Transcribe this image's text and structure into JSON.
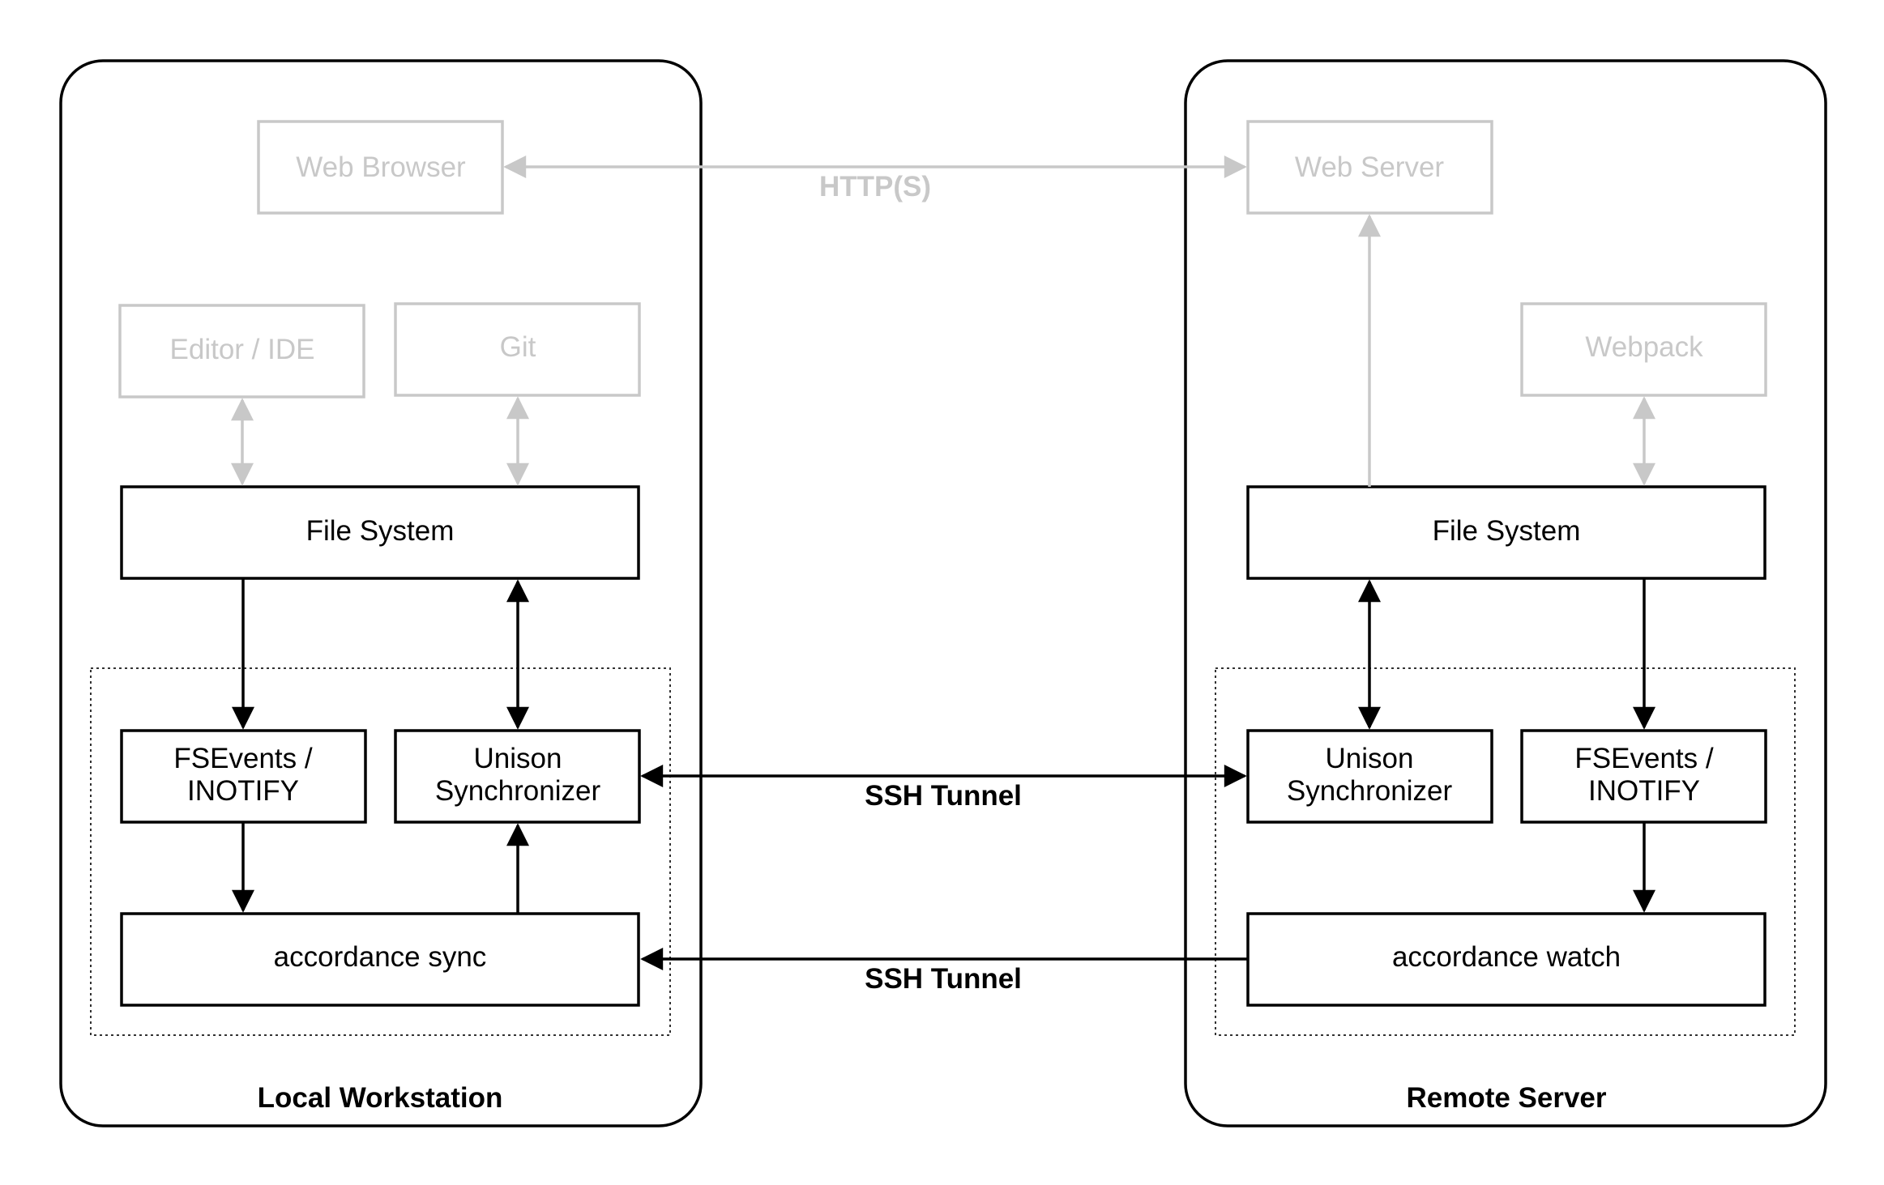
{
  "local": {
    "title": "Local Workstation",
    "web_browser": "Web Browser",
    "editor": "Editor / IDE",
    "git": "Git",
    "file_system": "File System",
    "fsevents_line1": "FSEvents /",
    "fsevents_line2": "INOTIFY",
    "unison_line1": "Unison",
    "unison_line2": "Synchronizer",
    "accordance": "accordance sync"
  },
  "remote": {
    "title": "Remote Server",
    "web_server": "Web Server",
    "webpack": "Webpack",
    "file_system": "File System",
    "unison_line1": "Unison",
    "unison_line2": "Synchronizer",
    "fsevents_line1": "FSEvents /",
    "fsevents_line2": "INOTIFY",
    "accordance": "accordance watch"
  },
  "connections": {
    "http": "HTTP(S)",
    "ssh_tunnel_1": "SSH Tunnel",
    "ssh_tunnel_2": "SSH Tunnel"
  },
  "colors": {
    "active": "#000000",
    "inactive": "#c8c8c8",
    "background": "#ffffff"
  }
}
